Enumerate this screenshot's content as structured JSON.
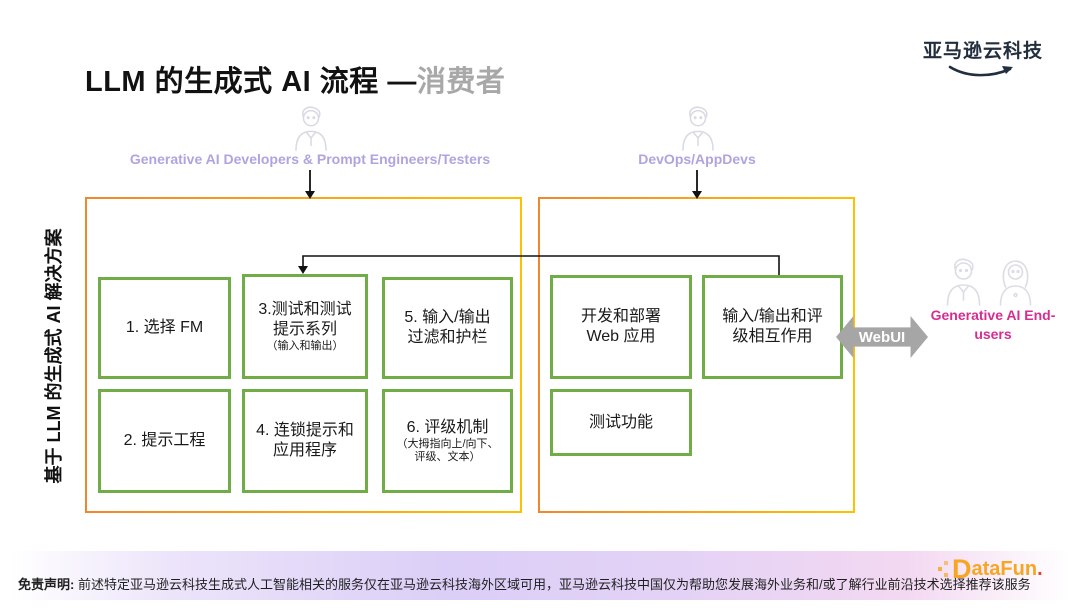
{
  "header": {
    "title_main": "LLM 的生成式 AI 流程 —",
    "title_accent": "消费者",
    "logo_text": "亚马逊云科技"
  },
  "actors": {
    "developers_label": "Generative AI Developers & Prompt Engineers/Testers",
    "devops_label": "DevOps/AppDevs",
    "endusers_label": "Generative AI End-users"
  },
  "side_label": "基于 LLM 的生成式 AI 解决方案",
  "panels": {
    "left": {
      "boxes": [
        {
          "title": "1. 选择 FM",
          "subtitle": ""
        },
        {
          "title": "3.测试和测试\n提示系列",
          "subtitle": "（输入和输出）"
        },
        {
          "title": "5. 输入/输出\n过滤和护栏",
          "subtitle": ""
        },
        {
          "title": "2. 提示工程",
          "subtitle": ""
        },
        {
          "title": "4. 连锁提示和\n应用程序",
          "subtitle": ""
        },
        {
          "title": "6. 评级机制",
          "subtitle": "（大拇指向上/向下、\n评级、文本）"
        }
      ]
    },
    "right": {
      "boxes": [
        {
          "title": "开发和部署\nWeb 应用",
          "subtitle": ""
        },
        {
          "title": "输入/输出和评\n级相互作用",
          "subtitle": ""
        },
        {
          "title": "测试功能",
          "subtitle": ""
        }
      ]
    }
  },
  "webui_label": "WebUI",
  "footer": {
    "disclaimer_label": "免责声明:",
    "disclaimer_text": "前述特定亚马逊云科技生成式人工智能相关的服务仅在亚马逊云科技海外区域可用，亚马逊云科技中国仅为帮助您发展海外业务和/或了解行业前沿技术选择推荐该服务",
    "brand_d": "D",
    "brand_rest": "ataFun",
    "brand_dot": "."
  },
  "colors": {
    "accent_gray": "#a8a8a8",
    "actor_purple": "#b1a3e0",
    "enduser_magenta": "#d62d92",
    "box_green": "#70ad47",
    "panel_orange": "#f1872c",
    "panel_yellow": "#ffc000",
    "webui_gray": "#a6a6a6",
    "aws_navy": "#232f3e",
    "datafun_orange": "#f6a623"
  }
}
